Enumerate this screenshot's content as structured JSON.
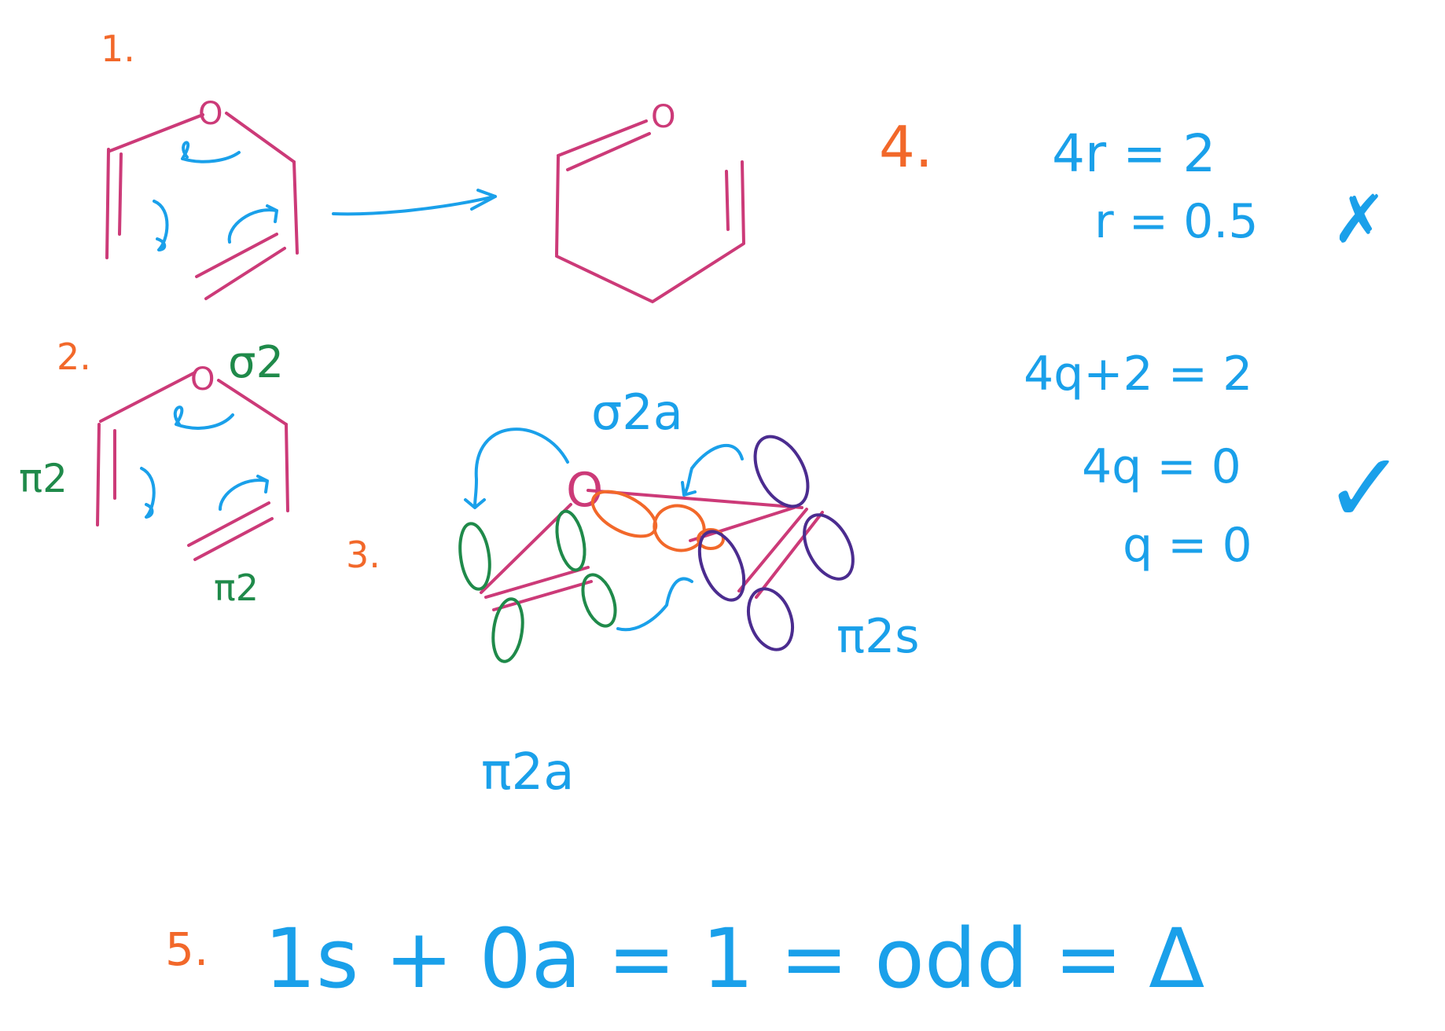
{
  "colors": {
    "magenta": "#cc3a78",
    "blue": "#1aa0ea",
    "orange": "#f2682a",
    "green": "#1f8a4a",
    "purple": "#4b2c8f"
  },
  "section_labels": [
    "1.",
    "2.",
    "3.",
    "4.",
    "5."
  ],
  "part1": {
    "atom": "O"
  },
  "part2": {
    "atom": "O",
    "sigma": "σ2",
    "pi_left": "π2",
    "pi_bottom": "π2"
  },
  "part3": {
    "atom": "O",
    "sigma": "σ2a",
    "pi_right": "π2s",
    "pi_bottom": "π2a"
  },
  "part4": {
    "lines": [
      "4r = 2",
      "r = 0.5",
      "4q+2 = 2",
      "4q = 0",
      "q = 0"
    ],
    "wrong_mark": "✗",
    "right_mark": "✓"
  },
  "part5": {
    "equation": "1s + 0a = 1 = odd = Δ"
  }
}
